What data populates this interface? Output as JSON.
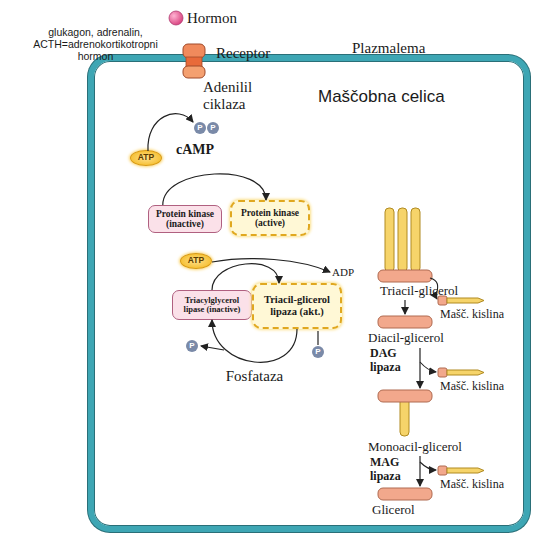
{
  "diagram": {
    "nodes": [
      {
        "text": [
          "Maščobna celica"
        ]
      },
      {
        "text": [
          "P"
        ],
        "in": 0
      },
      {
        "text": [
          "P"
        ],
        "in": 0
      },
      {
        "text": [
          "ATP"
        ],
        "in": 0
      },
      {
        "text": [
          "Protein kinase (inactive)"
        ],
        "in": 0
      },
      {
        "text": [
          "Protein kinase (active)"
        ],
        "in": 0
      },
      {
        "text": [
          "ATP"
        ],
        "in": 0
      },
      {
        "text": [
          "Triacylglycerol lipase (inactive)"
        ],
        "in": 0
      },
      {
        "text": [
          "Triacil-glicerol lipaza (akt.)"
        ],
        "in": 0
      },
      {
        "text": [
          "P"
        ],
        "in": 0
      },
      {
        "text": [
          "P"
        ],
        "in": 0
      }
    ],
    "edges": [
      {
        "from": 4,
        "to": 5,
        "arrow": "to"
      },
      {
        "from": 7,
        "to": 8,
        "arrow": "to"
      },
      {
        "from": 8,
        "to": 7,
        "label": "Fosfataza",
        "arrow": "to"
      }
    ],
    "labels": [
      "Hormon",
      "glukagon, adrenalin, ACTH=adrenokortikotropni hormon",
      "Receptor",
      "Plazmalema",
      "Adenilil ciklaza",
      "cAMP",
      "ADP",
      "Triacil-glicerol",
      "Mašč. kislina",
      "Diacil-glicerol",
      "DAG lipaza",
      "Mašč. kislina",
      "Monoacil-glicerol",
      "MAG lipaza",
      "Mašč. kislina",
      "Glicerol"
    ]
  }
}
